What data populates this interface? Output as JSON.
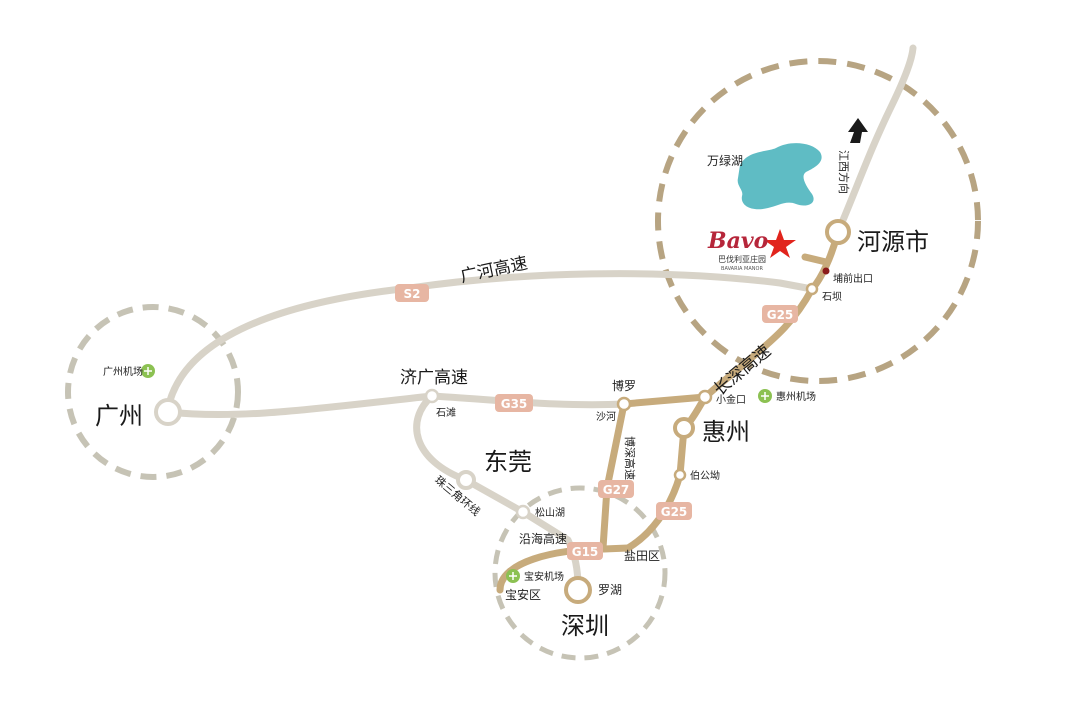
{
  "colors": {
    "grey_road": "#d8d3c8",
    "gold_road": "#c7ab7c",
    "circle_gold": "#b7a482",
    "circle_grey": "#c6c3b5",
    "lake": "#5fbcc4",
    "star": "#e1241c",
    "shield": "#e7b6a3",
    "airport": "#8cc152"
  },
  "cities": {
    "guangzhou": "广州",
    "dongguan": "东莞",
    "shenzhen": "深圳",
    "huizhou": "惠州",
    "heyuan": "河源市"
  },
  "highways": {
    "guanghe": "广河高速",
    "jiguang": "济广高速",
    "changshen": "长深高速",
    "boshen": "博深高速",
    "zhusanjiao": "珠三角环线",
    "yanhai": "沿海高速"
  },
  "shields": {
    "s2": "S2",
    "g35": "G35",
    "g25a": "G25",
    "g25b": "G25",
    "g27": "G27",
    "g15": "G15"
  },
  "places": {
    "wanlvhu": "万绿湖",
    "jiangxi": "江西方向",
    "buqian": "埔前出口",
    "shiba": "石坝",
    "shitan": "石滩",
    "boluo": "博罗",
    "shahe": "沙河",
    "xiaojinkou": "小金口",
    "bogongao": "伯公坳",
    "songshanhu": "松山湖",
    "yantian": "盐田区",
    "luohu": "罗湖",
    "baoan": "宝安区"
  },
  "airports": {
    "guangzhou": "广州机场",
    "huizhou": "惠州机场",
    "baoan": "宝安机场"
  },
  "resort": {
    "logo": "Bavo",
    "name": "巴伐利亚庄园",
    "name_en": "BAVARIA MANOR"
  }
}
